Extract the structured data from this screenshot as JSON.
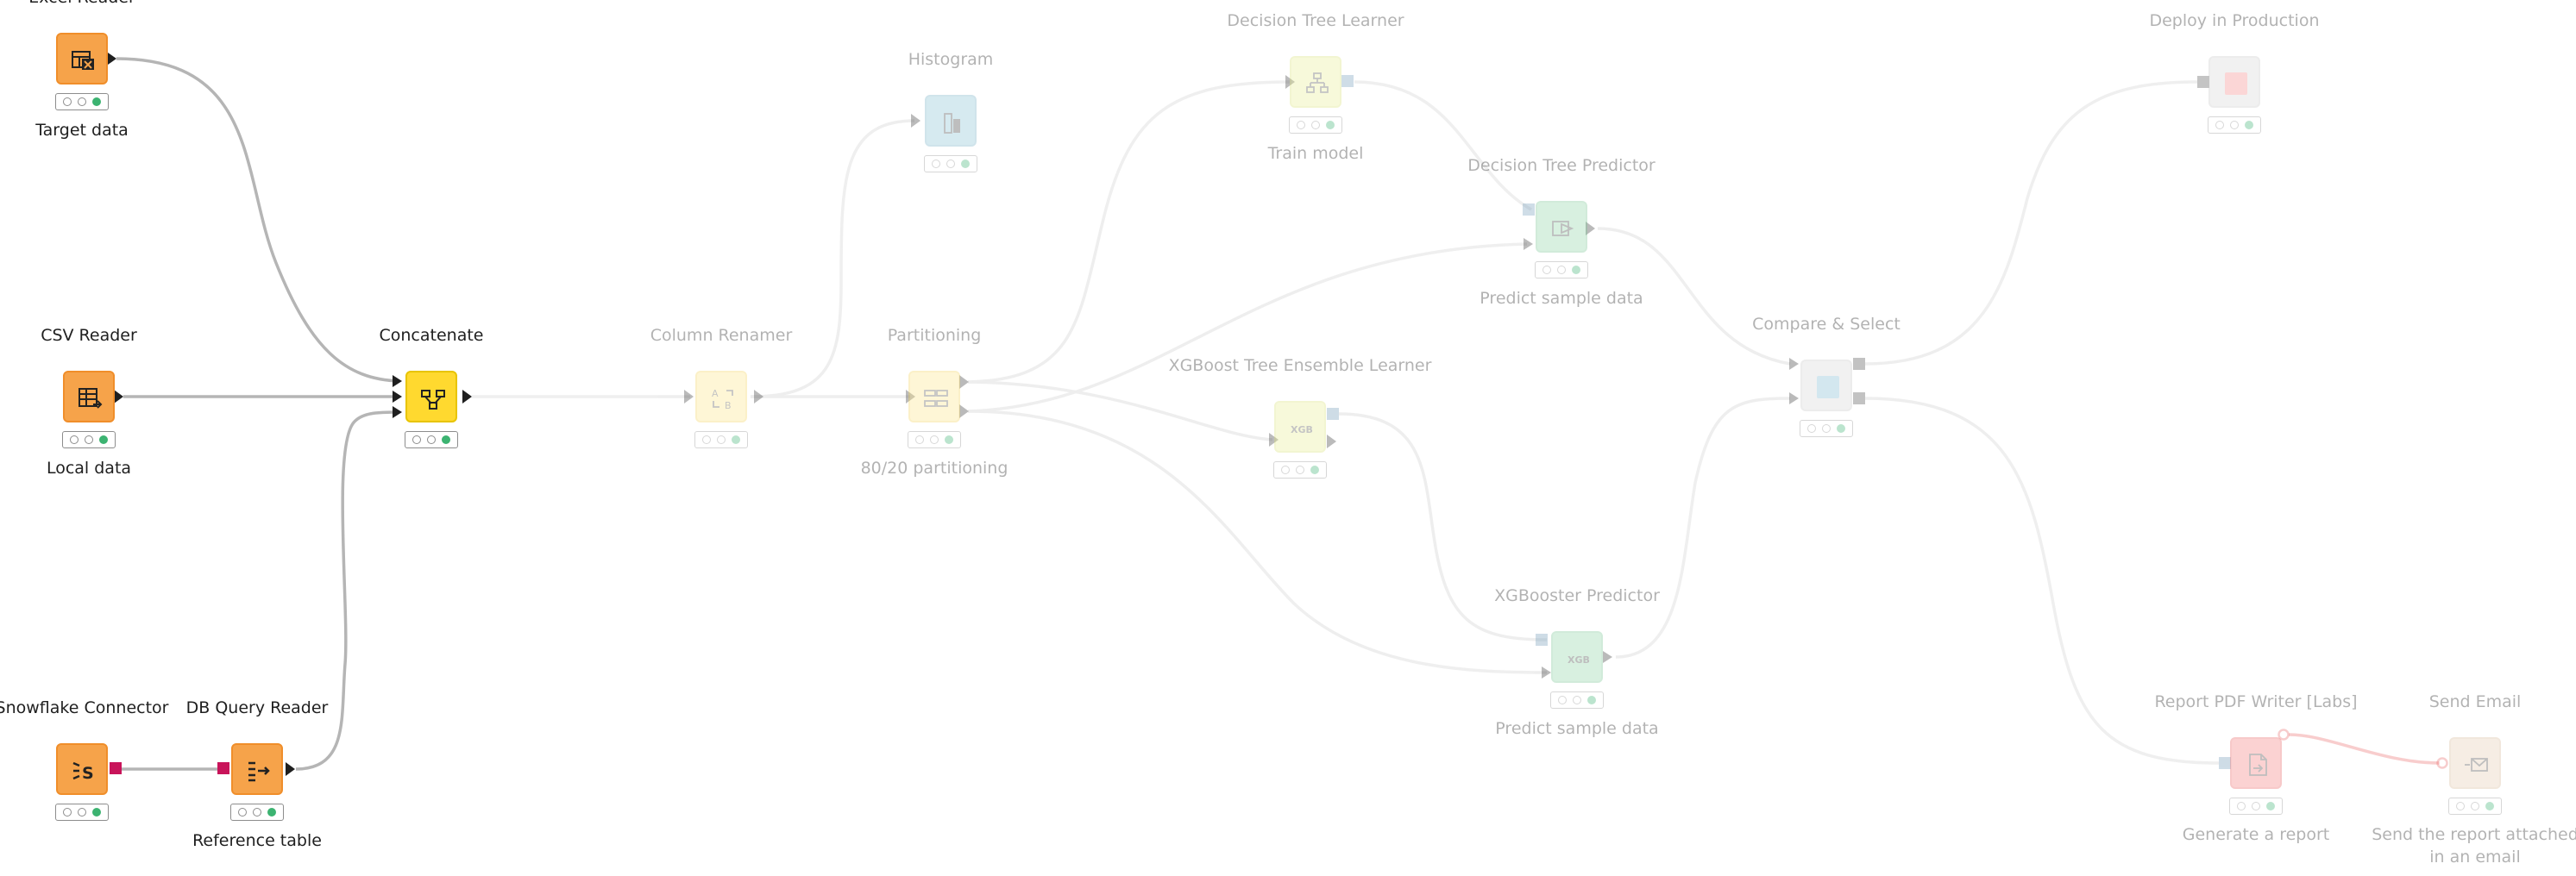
{
  "colors": {
    "node_orange": "#f6a34a",
    "node_yellow": "#ffd92f",
    "edge": "#b5b5b5",
    "port_out": "#1f1f1f",
    "port_db": "#c8145a",
    "status_ok": "#3cb371"
  },
  "nodes": {
    "excel_reader": {
      "title": "Excel Reader",
      "note": "Target data",
      "icon": "excel-table-icon"
    },
    "csv_reader": {
      "title": "CSV Reader",
      "note": "Local data",
      "icon": "csv-table-icon"
    },
    "concatenate": {
      "title": "Concatenate",
      "note": "",
      "icon": "concatenate-icon"
    },
    "snowflake_connector": {
      "title": "Snowflake Connector",
      "note": "",
      "icon": "snowflake-icon"
    },
    "db_query_reader": {
      "title": "DB Query Reader",
      "note": "Reference table",
      "icon": "db-query-icon"
    },
    "column_renamer": {
      "title": "Column Renamer",
      "note": "",
      "icon": "rename-icon"
    },
    "partitioning": {
      "title": "Partitioning",
      "note": "80/20 partitioning",
      "icon": "partition-icon"
    },
    "histogram": {
      "title": "Histogram",
      "note": "",
      "icon": "histogram-icon"
    },
    "decision_tree_learner": {
      "title": "Decision Tree Learner",
      "note": "Train model",
      "icon": "tree-icon"
    },
    "decision_tree_predictor": {
      "title": "Decision Tree Predictor",
      "note": "Predict sample data",
      "icon": "predictor-icon"
    },
    "xgboost_learner": {
      "title": "XGBoost Tree Ensemble Learner",
      "note": "",
      "icon": "xgb-icon",
      "icon_text": "XGB"
    },
    "xgbooster_predictor": {
      "title": "XGBooster Predictor",
      "note": "Predict sample data",
      "icon": "xgb-icon",
      "icon_text": "XGB"
    },
    "compare_select": {
      "title": "Compare & Select",
      "note": "",
      "icon": "component-icon"
    },
    "deploy_production": {
      "title": "Deploy in Production",
      "note": "",
      "icon": "component-icon"
    },
    "report_pdf_writer": {
      "title": "Report PDF Writer [Labs]",
      "note": "Generate a report",
      "icon": "pdf-icon"
    },
    "send_email": {
      "title": "Send Email",
      "note": "Send the report attached in an email",
      "icon": "email-icon"
    }
  }
}
